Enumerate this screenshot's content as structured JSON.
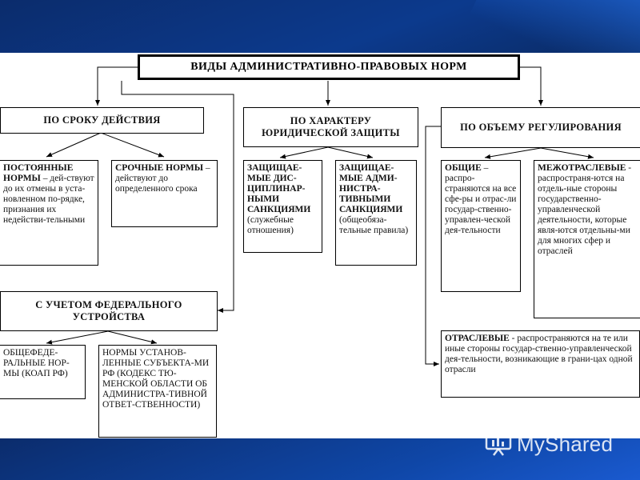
{
  "title": "ВИДЫ АДМИНИСТРАТИВНО-ПРАВОВЫХ НОРМ",
  "term": {
    "header": "ПО СРОКУ ДЕЙСТВИЯ",
    "permanent": {
      "head": "ПОСТОЯННЫЕ НОРМЫ",
      "text": " – дей-ствуют до их отмены в уста-новленном по-рядке, признания их недействи-тельными"
    },
    "urgent": {
      "head": "СРОЧНЫЕ НОРМЫ",
      "text": " – действуют до определенного срока"
    }
  },
  "protection": {
    "header": "ПО ХАРАКТЕРУ ЮРИДИЧЕСКОЙ ЗАЩИТЫ",
    "disciplinary": {
      "head": "ЗАЩИЩАЕ-МЫЕ ДИС-ЦИПЛИНАР-НЫМИ САНКЦИЯМИ",
      "text": " (служебные отношения)"
    },
    "administrative": {
      "head": "ЗАЩИЩАЕ-МЫЕ АДМИ-НИСТРА-ТИВНЫМИ САНКЦИЯМИ",
      "text": " (общеобяза-тельные правила)"
    }
  },
  "volume": {
    "header": "ПО ОБЪЕМУ РЕГУЛИРОВАНИЯ",
    "general": {
      "head": "ОБЩИЕ",
      "text": " – распро-страняются на все сфе-ры и отрас-ли государ-ственно-управлен-ческой дея-тельности"
    },
    "intersectoral": {
      "head": "МЕЖОТРАСЛЕВЫЕ",
      "text": " - распространя-ются на отдель-ные стороны государственно-управленческой деятельности, которые явля-ются отдельны-ми для многих сфер и отраслей"
    },
    "sectoral": {
      "head": "ОТРАСЛЕВЫЕ",
      "text": " - распространяются на те или иные стороны государ-ственно-управленческой дея-тельности, возникающие в грани-цах одной отрасли"
    }
  },
  "federal": {
    "header": "С УЧЕТОМ ФЕДЕРАЛЬНОГО УСТРОЙСТВА",
    "general_federal": {
      "text": "ОБЩЕФЕДЕ-РАЛЬНЫЕ НОР-МЫ (КОАП РФ)"
    },
    "subjects": {
      "text": "НОРМЫ УСТАНОВ-ЛЕННЫЕ СУБЪЕКТА-МИ РФ (КОДЕКС ТЮ-МЕНСКОЙ ОБЛАСТИ ОБ АДМИНИСТРА-ТИВНОЙ ОТВЕТ-СТВЕННОСТИ)"
    }
  },
  "watermark": {
    "text": "MyShared"
  }
}
